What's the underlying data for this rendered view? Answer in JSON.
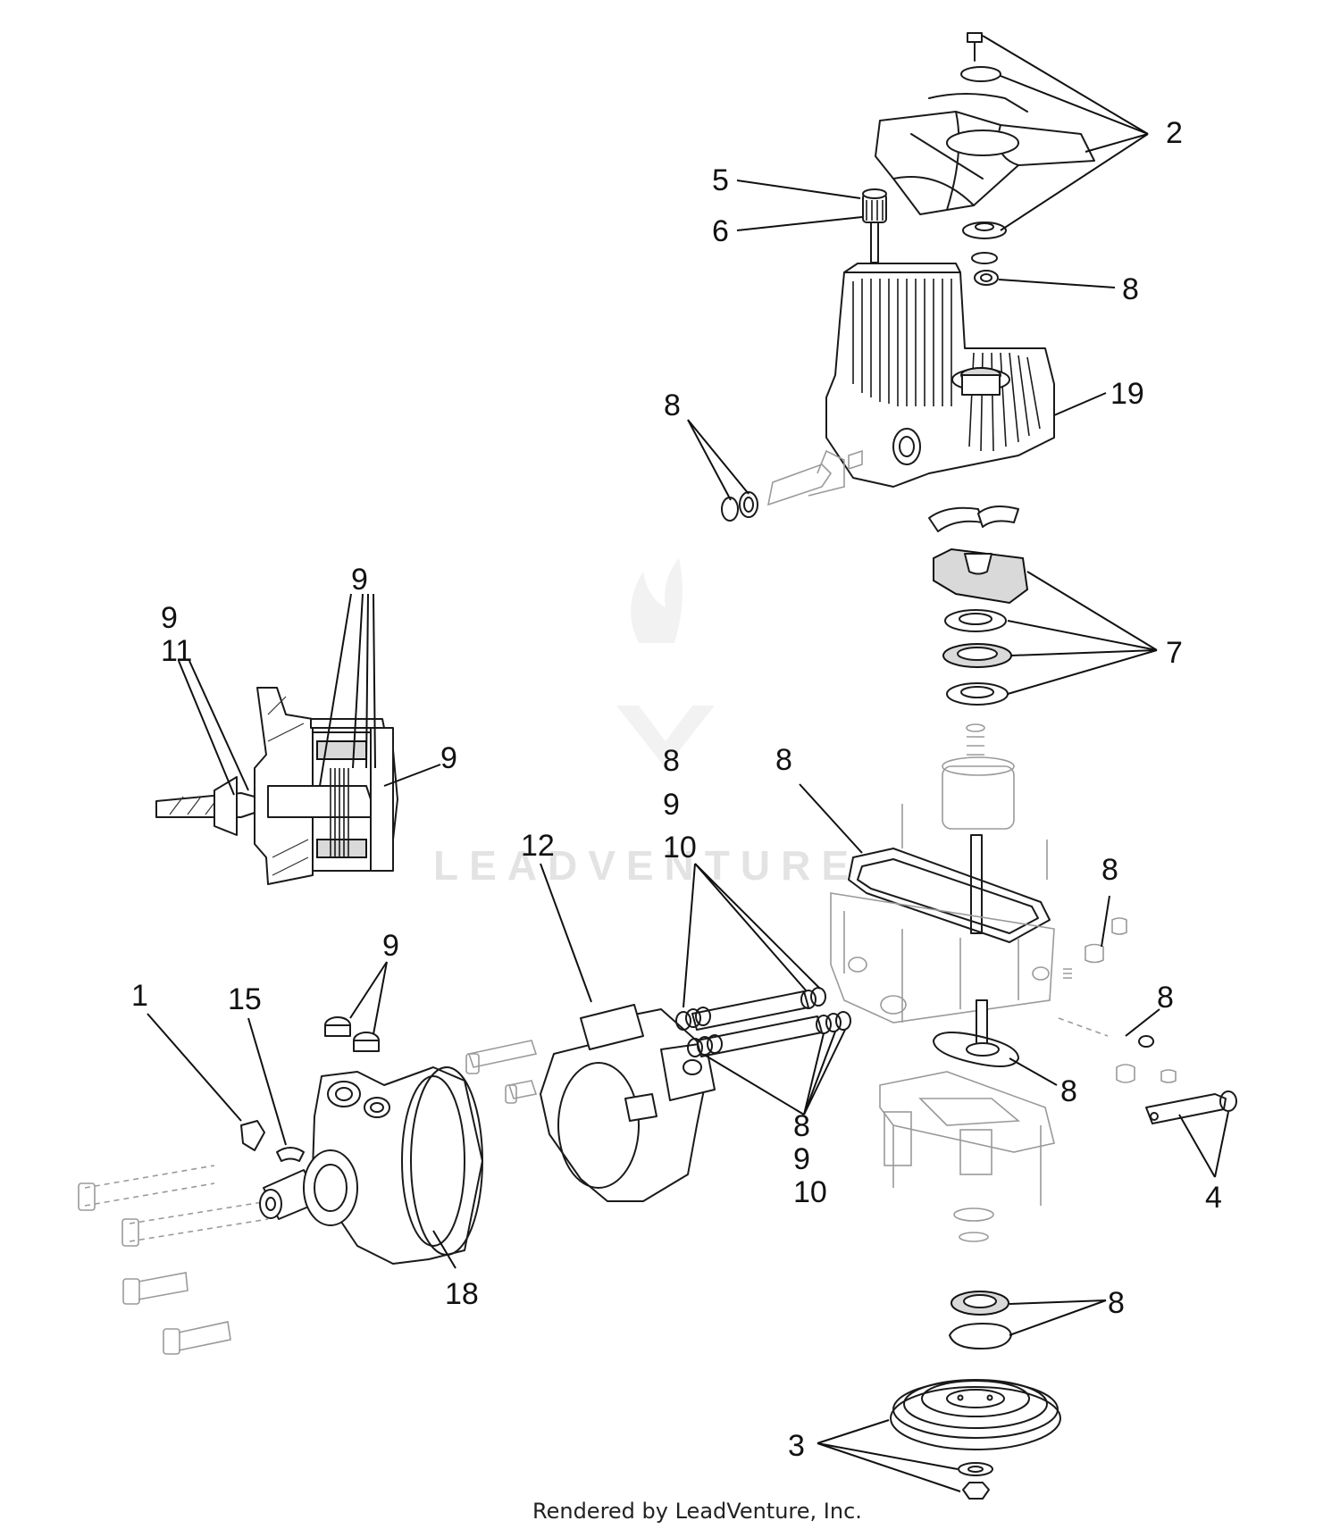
{
  "footer": {
    "text": "Rendered by LeadVenture, Inc."
  },
  "watermark": {
    "text": "LEADVENTURE"
  },
  "callouts": {
    "c1": "1",
    "c2": "2",
    "c3": "3",
    "c4": "4",
    "c5": "5",
    "c6": "6",
    "c7": "7",
    "c8_fan": "8",
    "c8_axle": "8",
    "c8_gasket": "8",
    "c8_port_a": "8",
    "c8_port_b": "8",
    "c8_oring": "8",
    "c8_bottom": "8",
    "c8_tubes_top": "8",
    "c9_tubes_top": "9",
    "c10_tubes_top": "10",
    "c8_tubes_bot": "8",
    "c9_tubes_bot": "9",
    "c10_tubes_bot": "10",
    "c9_section_top": "9",
    "c9_section_left": "9",
    "c11_section": "11",
    "c9_section_right": "9",
    "c9_plugs": "9",
    "c12": "12",
    "c15": "15",
    "c18": "18",
    "c19": "19"
  },
  "colors": {
    "line": "#1a1a1a",
    "ghost": "#9a9a9a",
    "watermark": "#e3e3e3"
  }
}
